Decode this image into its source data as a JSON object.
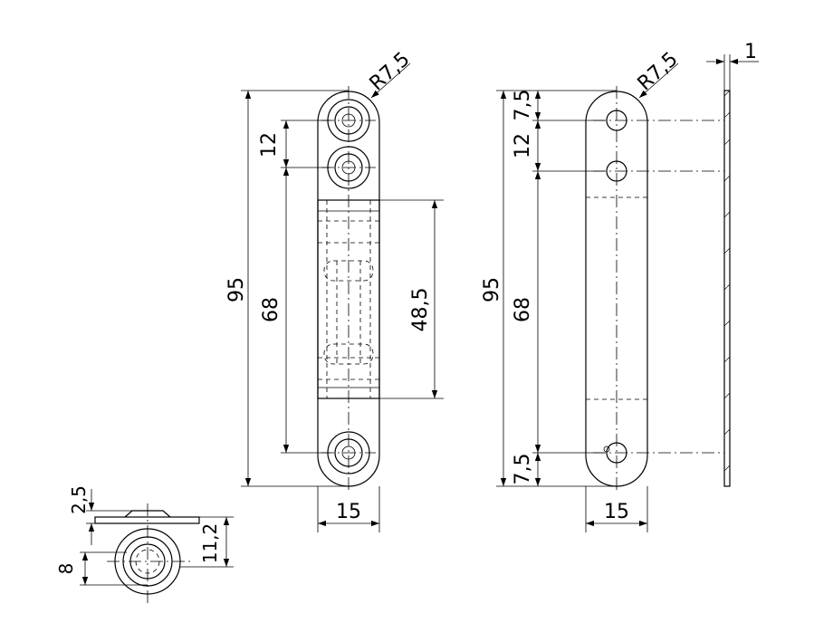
{
  "dimensions": {
    "left_view": {
      "radius": "R7,5",
      "total_length": "95",
      "hole_spacing": "12",
      "hole_distance": "68",
      "body_length": "48,5",
      "width": "15"
    },
    "right_view": {
      "radius": "R7,5",
      "total_length": "95",
      "edge_top": "7,5",
      "hole_spacing": "12",
      "hole_distance": "68",
      "edge_bottom": "7,5",
      "width": "15"
    },
    "side_view": {
      "thickness": "1"
    },
    "end_view": {
      "top_height": "2,5",
      "overall_height": "11,2",
      "base_height": "8"
    }
  }
}
